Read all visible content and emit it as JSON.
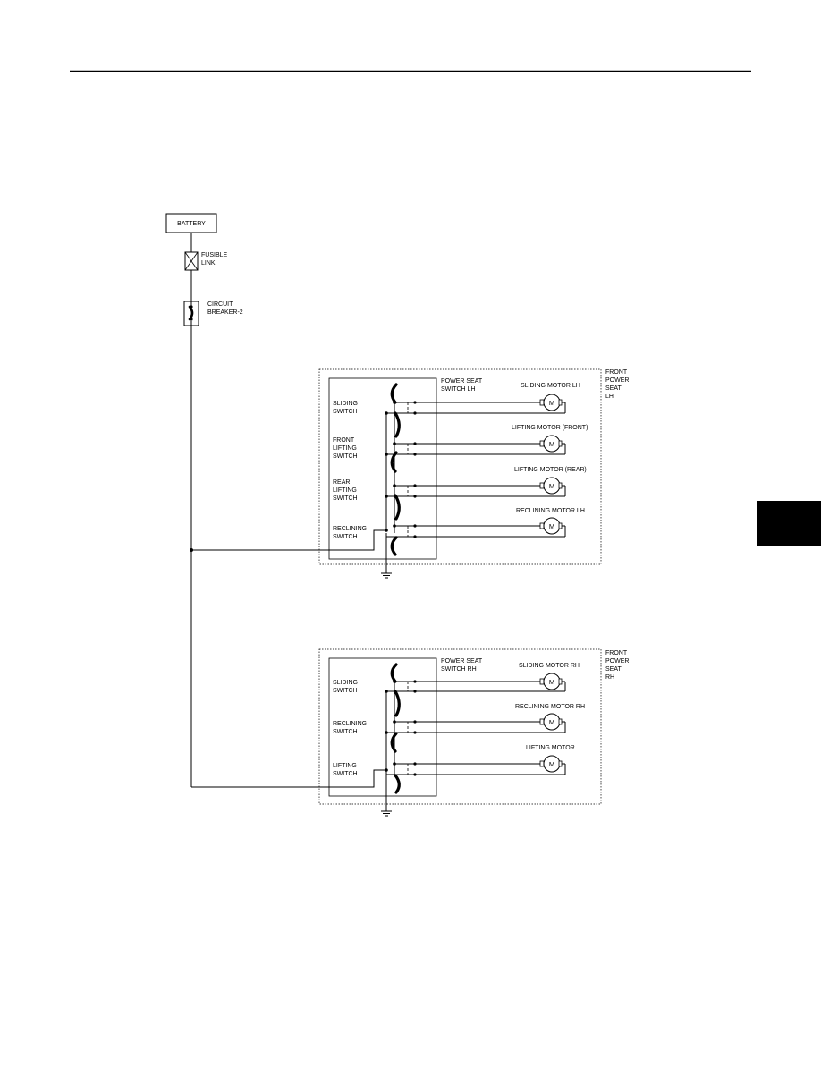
{
  "header_tab": {
    "color": "#000000"
  },
  "labels": {
    "battery": "BATTERY",
    "fusible_link": [
      "FUSIBLE",
      "LINK"
    ],
    "circuit_breaker": [
      "CIRCUIT",
      "BREAKER-2"
    ]
  },
  "lh": {
    "unit": [
      "FRONT",
      "POWER",
      "SEAT",
      "LH"
    ],
    "switch_box": [
      "POWER SEAT",
      "SWITCH LH"
    ],
    "switches": [
      [
        "SLIDING",
        "SWITCH"
      ],
      [
        "FRONT",
        "LIFTING",
        "SWITCH"
      ],
      [
        "REAR",
        "LIFTING",
        "SWITCH"
      ],
      [
        "RECLINING",
        "SWITCH"
      ]
    ],
    "motors": [
      "SLIDING MOTOR LH",
      "LIFTING MOTOR (FRONT)",
      "LIFTING MOTOR (REAR)",
      "RECLINING MOTOR LH"
    ]
  },
  "rh": {
    "unit": [
      "FRONT",
      "POWER",
      "SEAT",
      "RH"
    ],
    "switch_box": [
      "POWER SEAT",
      "SWITCH RH"
    ],
    "switches": [
      [
        "SLIDING",
        "SWITCH"
      ],
      [
        "RECLINING",
        "SWITCH"
      ],
      [
        "LIFTING",
        "SWITCH"
      ]
    ],
    "motors": [
      "SLIDING MOTOR RH",
      "RECLINING MOTOR RH",
      "LIFTING MOTOR"
    ]
  },
  "motor_symbol": "M"
}
